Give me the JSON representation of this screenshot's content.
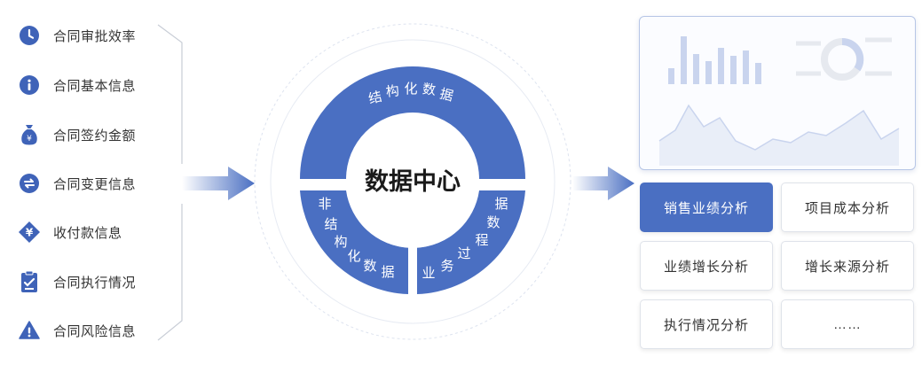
{
  "sources": [
    {
      "label": "合同审批效率",
      "icon": "clock-icon"
    },
    {
      "label": "合同基本信息",
      "icon": "info-icon"
    },
    {
      "label": "合同签约金额",
      "icon": "money-bag-icon"
    },
    {
      "label": "合同变更信息",
      "icon": "exchange-icon"
    },
    {
      "label": "收付款信息",
      "icon": "yuan-icon"
    },
    {
      "label": "合同执行情况",
      "icon": "checklist-icon"
    },
    {
      "label": "合同风险信息",
      "icon": "warning-icon"
    }
  ],
  "hub": {
    "title": "数据中心",
    "top_segment_chars": [
      "结",
      "构",
      "化",
      "数",
      "据"
    ],
    "left_segment_chars": [
      "非",
      "结",
      "构",
      "化",
      "数",
      "据"
    ],
    "right_segment_chars": [
      "业",
      "务",
      "过",
      "程",
      "数",
      "据"
    ]
  },
  "analysis_buttons": [
    {
      "label": "销售业绩分析",
      "active": true
    },
    {
      "label": "项目成本分析",
      "active": false
    },
    {
      "label": "业绩增长分析",
      "active": false
    },
    {
      "label": "增长来源分析",
      "active": false
    },
    {
      "label": "执行情况分析",
      "active": false
    },
    {
      "label": "……",
      "active": false
    }
  ],
  "colors": {
    "primary": "#4a6fc2",
    "icon": "#3f63b8",
    "light": "#c9d4ee"
  }
}
